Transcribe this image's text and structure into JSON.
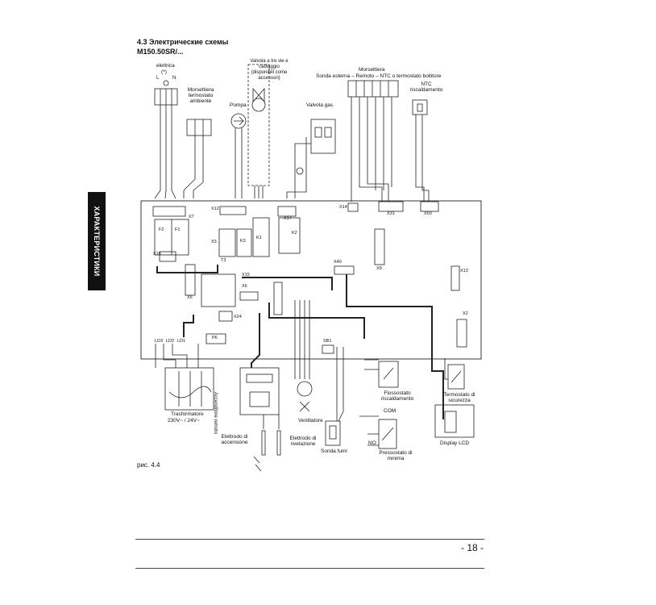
{
  "header": {
    "section_title": "4.3 Электрические схемы",
    "model": "M150.50SR/..."
  },
  "side_tab": {
    "label": "ХАРАКТЕРИСТИКИ"
  },
  "diagram": {
    "supply_label": "elettrica",
    "supply_note": "(*)",
    "supply_terminals": [
      "L",
      "N"
    ],
    "room_thermostat_label": "Morsettiera termostato ambiente",
    "pump_label": "Pompa",
    "valve_note": "Valvola a tre vie e cablaggio (disponibili come accessori)",
    "gas_valve_label": "Valvola gas",
    "terminal_block_label": "Morsettiera",
    "terminal_block_sub": "Sonda esterna – Remoto – NTC o termostato bollitore",
    "ntc_label": "NTC riscaldamento",
    "connectors": [
      "X7",
      "X12",
      "X3",
      "X17",
      "X14",
      "X31",
      "X50",
      "X13",
      "X16",
      "X5",
      "X6",
      "X24",
      "X9",
      "X2",
      "X15",
      "X40",
      "T3",
      "F2",
      "F1",
      "K3",
      "K1",
      "K2",
      "P6",
      "SB1",
      "LD1",
      "LD2",
      "LD3"
    ],
    "transformer_label": "Trasformatore",
    "transformer_voltage": "230V~ / 24V~",
    "igniter_label": "Accenditore remoto",
    "ignition_electrode_label": "Elettrodo di accensione",
    "detection_electrode_label": "Elettrodo di rivelazione",
    "fan_label": "Ventilatore",
    "flue_probe_label": "Sonda fumi",
    "flow_switch_label": "Flussostato riscaldamento",
    "com_label": "COM",
    "no_label": "NO",
    "pressure_switch_label": "Pressostato di minima",
    "safety_thermostat_label": "Termostato di sicurezza",
    "display_label": "Display LCD"
  },
  "footer": {
    "figure_label": "рис. 4.4",
    "page_number": "- 18 -"
  }
}
